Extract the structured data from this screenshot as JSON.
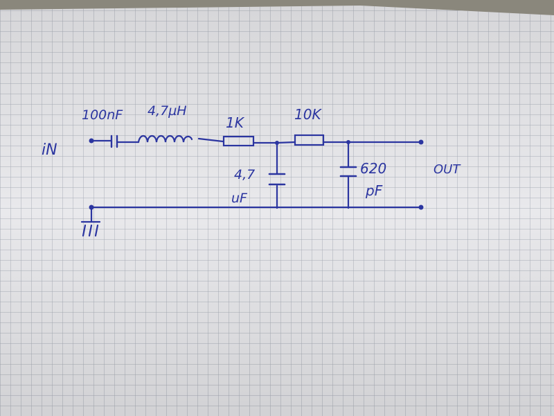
{
  "photo": {
    "paper_color": "#e9e9ec",
    "grid_color": "#a9aeb8",
    "ink_color": "#2b35a0",
    "background_color": "#8a877c"
  },
  "schematic": {
    "input_label": "iN",
    "output_label": "OUT",
    "ground_symbol": "ground-symbol",
    "components": [
      {
        "name": "series-capacitor",
        "label": "100nF"
      },
      {
        "name": "inductor",
        "label": "4,7µH"
      },
      {
        "name": "resistor-1k",
        "label": "1K"
      },
      {
        "name": "resistor-10k",
        "label": "10K"
      },
      {
        "name": "shunt-capacitor",
        "label_line1": "4,7",
        "label_line2": "uF"
      },
      {
        "name": "output-capacitor",
        "label_line1": "620",
        "label_line2": "pF"
      }
    ]
  }
}
